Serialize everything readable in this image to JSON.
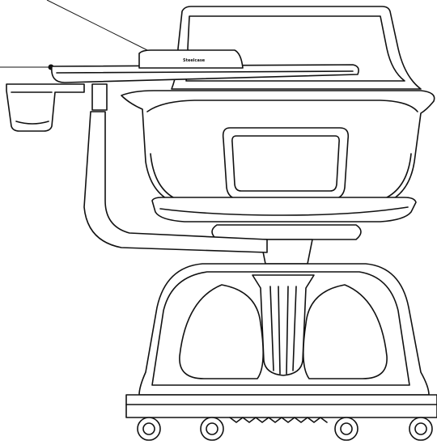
{
  "diagram": {
    "brand_mark": "Steelcase",
    "line_color": "#111111",
    "background": "#ffffff",
    "callouts": [
      {
        "target": "worksurface-center"
      },
      {
        "target": "worksurface-edge"
      }
    ]
  }
}
